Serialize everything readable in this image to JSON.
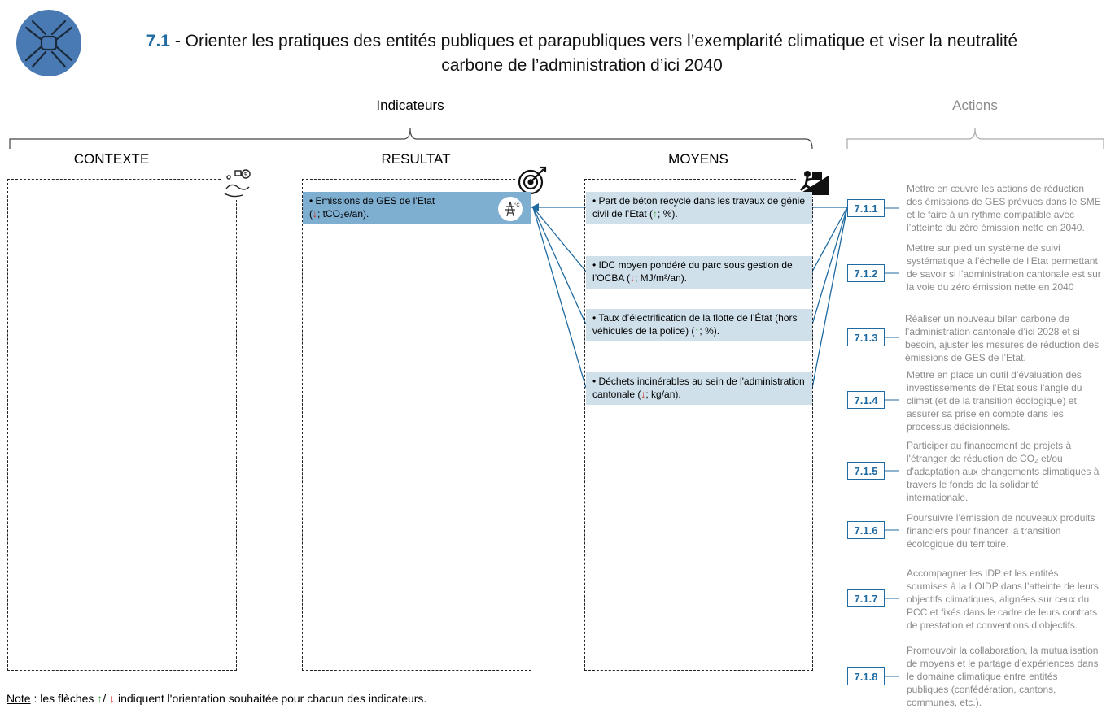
{
  "header": {
    "number": "7.1",
    "title_rest": " - Orienter les pratiques des entités publiques et parapubliques vers l’exemplarité climatique et viser la neutralité carbone de l’administration d’ici 2040"
  },
  "groups": {
    "indicateurs": "Indicateurs",
    "actions": "Actions"
  },
  "columns": {
    "contexte": "CONTEXTE",
    "resultat": "RESULTAT",
    "moyens": "MOYENS"
  },
  "resultat_items": [
    {
      "text_a": "• Emissions de GES de l’Etat",
      "arrow": "↓",
      "text_b": "; tCO₂e/an).",
      "prefix": "("
    }
  ],
  "moyens_items": [
    {
      "text_a": "• Part de béton recyclé dans les travaux de génie civil de l’Etat  (",
      "arrow": "↑",
      "text_b": "; %)."
    },
    {
      "text_a": "• IDC moyen pondéré du parc sous gestion de l’OCBA (",
      "arrow": "↓",
      "text_b": "; MJ/m²/an)."
    },
    {
      "text_a": "• Taux d’électrification de la flotte de l’État (hors véhicules de la police) (",
      "arrow": "↑",
      "text_b": "; %)."
    },
    {
      "text_a": "• Déchets incinérables au sein de l'administration cantonale (",
      "arrow": "↓",
      "text_b": "; kg/an)."
    }
  ],
  "actions": [
    {
      "id": "7.1.1",
      "text": "Mettre en œuvre les actions de réduction des émissions de GES prévues dans le SME et le faire à un rythme compatible avec l’atteinte du zéro émission nette en 2040."
    },
    {
      "id": "7.1.2",
      "text": "Mettre sur pied un système de suivi systématique à l’échelle de l’Etat permettant de savoir si l’administration cantonale est sur la voie du zéro émission nette en 2040"
    },
    {
      "id": "7.1.3",
      "text": "Réaliser un nouveau bilan carbone de l’administration cantonale d’ici 2028 et si besoin, ajuster les mesures de réduction des émissions de GES de l’Etat."
    },
    {
      "id": "7.1.4",
      "text": "Mettre en place un outil d’évaluation des investissements de l’Etat sous l’angle du climat (et de la transition écologique) et assurer sa prise en compte dans les processus décisionnels."
    },
    {
      "id": "7.1.5",
      "text": "Participer au financement de projets à l'étranger de réduction de CO₂ et/ou d'adaptation aux changements climatiques à travers le fonds de la solidarité internationale."
    },
    {
      "id": "7.1.6",
      "text": "Poursuivre l’émission de nouveaux produits financiers pour financer la transition écologique du territoire."
    },
    {
      "id": "7.1.7",
      "text": "Accompagner les IDP et les entités soumises à la LOIDP dans l’atteinte de leurs objectifs climatiques, alignées sur ceux du PCC et fixés dans le cadre de leurs contrats de prestation et conventions d’objectifs."
    },
    {
      "id": "7.1.8",
      "text": "Promouvoir la collaboration, la mutualisation de moyens et le partage d’expériences dans le domaine climatique entre entités publiques (confédération, cantons, communes, etc.)."
    }
  ],
  "note": {
    "label": "Note",
    "text_a": " : les flèches ",
    "up": "↑",
    "sep": "/ ",
    "down": "↓",
    "text_b": " indiquent l'orientation souhaitée pour chacun des indicateurs."
  },
  "colors": {
    "accent": "#1f6aa1",
    "up": "#4aa84a",
    "down": "#d42020",
    "moyens_bg": "#cfe0ea",
    "resultat_bg": "#7fafd0"
  },
  "icons": [
    "hands-logo-icon",
    "finance-globe-icon",
    "target-icon",
    "climber-icon",
    "power-tower-icon"
  ]
}
